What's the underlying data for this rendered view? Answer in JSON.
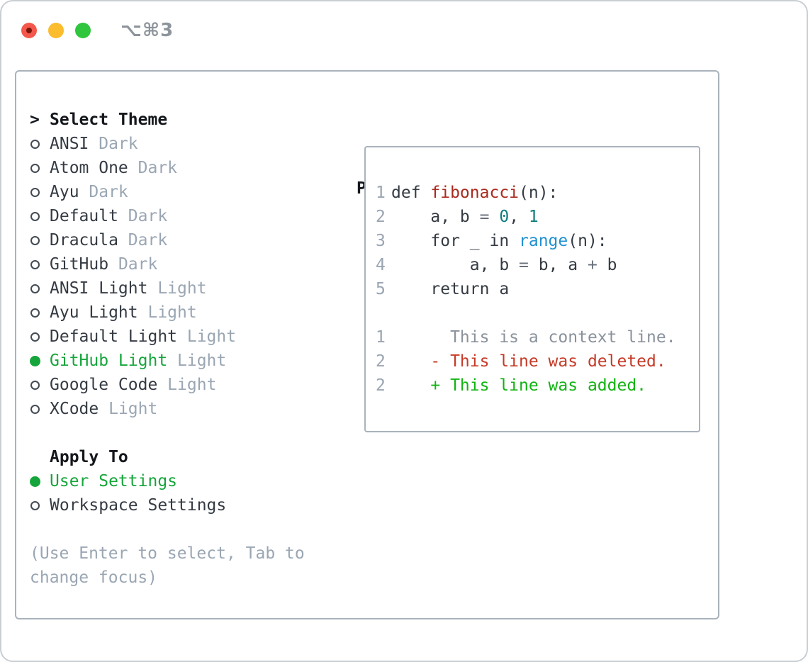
{
  "window": {
    "title": "⌥⌘3"
  },
  "colors": {
    "light-red": "#f4574b",
    "light-red-dot": "#7a150a",
    "light-yellow": "#fbbc2e",
    "light-green": "#2fc53c",
    "title-gray": "#8d949b",
    "border-gray": "#a9b3bd",
    "text-dark": "#353b43",
    "text-black": "#14171b",
    "muted-gray": "#9aa6b3",
    "linenum-gray": "#9aa5b1",
    "context-gray": "#8a929c",
    "select-green": "#16a53b",
    "added-green": "#12b312",
    "deleted-red": "#c53a27",
    "func-red": "#aa2a1e",
    "builtin-blue": "#2090d0",
    "num-teal": "#0f7d7a",
    "op-gray": "#68707a"
  },
  "theme_picker": {
    "prompt": ">",
    "title": "Select Theme",
    "items": [
      {
        "name": "ANSI",
        "variant": "Dark",
        "selected": false
      },
      {
        "name": "Atom One",
        "variant": "Dark",
        "selected": false
      },
      {
        "name": "Ayu",
        "variant": "Dark",
        "selected": false
      },
      {
        "name": "Default",
        "variant": "Dark",
        "selected": false
      },
      {
        "name": "Dracula",
        "variant": "Dark",
        "selected": false
      },
      {
        "name": "GitHub",
        "variant": "Dark",
        "selected": false
      },
      {
        "name": "ANSI Light",
        "variant": "Light",
        "selected": false
      },
      {
        "name": "Ayu Light",
        "variant": "Light",
        "selected": false
      },
      {
        "name": "Default Light",
        "variant": "Light",
        "selected": false
      },
      {
        "name": "GitHub Light",
        "variant": "Light",
        "selected": true
      },
      {
        "name": "Google Code",
        "variant": "Light",
        "selected": false
      },
      {
        "name": "XCode",
        "variant": "Light",
        "selected": false
      }
    ],
    "apply_to": {
      "title": "Apply To",
      "options": [
        {
          "name": "User Settings",
          "selected": true
        },
        {
          "name": "Workspace Settings",
          "selected": false
        }
      ]
    },
    "hint_lines": [
      "(Use Enter to select, Tab to",
      "change focus)"
    ]
  },
  "preview": {
    "title": "Preview",
    "code_lines": [
      {
        "num": "1",
        "tokens": [
          {
            "t": "def ",
            "c": "code"
          },
          {
            "t": "fibonacci",
            "c": "func"
          },
          {
            "t": "(n):",
            "c": "code"
          }
        ]
      },
      {
        "num": "2",
        "tokens": [
          {
            "t": "    a, b ",
            "c": "code"
          },
          {
            "t": "=",
            "c": "op"
          },
          {
            "t": " ",
            "c": "code"
          },
          {
            "t": "0",
            "c": "num"
          },
          {
            "t": ", ",
            "c": "code"
          },
          {
            "t": "1",
            "c": "num"
          }
        ]
      },
      {
        "num": "3",
        "tokens": [
          {
            "t": "    for _ in ",
            "c": "code"
          },
          {
            "t": "range",
            "c": "builtin"
          },
          {
            "t": "(n):",
            "c": "code"
          }
        ]
      },
      {
        "num": "4",
        "tokens": [
          {
            "t": "        a, b ",
            "c": "code"
          },
          {
            "t": "=",
            "c": "op"
          },
          {
            "t": " b, a ",
            "c": "code"
          },
          {
            "t": "+",
            "c": "op"
          },
          {
            "t": " b",
            "c": "code"
          }
        ]
      },
      {
        "num": "5",
        "tokens": [
          {
            "t": "    return a",
            "c": "code"
          }
        ]
      }
    ],
    "diff_lines": [
      {
        "num": "1",
        "body": "      This is a context line.",
        "kind": "context"
      },
      {
        "num": "2",
        "body": "    - This line was deleted.",
        "kind": "deleted"
      },
      {
        "num": "2",
        "body": "    + This line was added.",
        "kind": "added"
      }
    ]
  }
}
